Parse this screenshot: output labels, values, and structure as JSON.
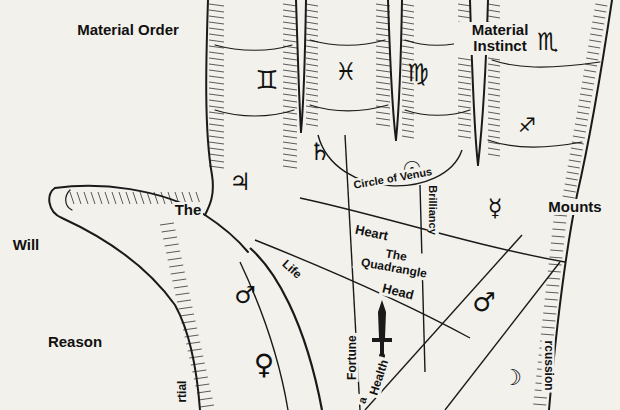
{
  "diagram": {
    "labels": [
      "Material Order",
      "Material Instinct",
      "The",
      "Will",
      "Reason",
      "Mounts",
      "♊",
      "♓",
      "♍",
      "♏",
      "♐",
      "♃",
      "♄",
      "☉",
      "☿",
      "Circle of Venus",
      "Brilliancy",
      "Heart",
      "The Quadrangle",
      "Life",
      "Head",
      "♂",
      "♂",
      "♀",
      "Fortune",
      "Health",
      "rtial",
      "rcussion",
      "☽",
      "a"
    ]
  }
}
